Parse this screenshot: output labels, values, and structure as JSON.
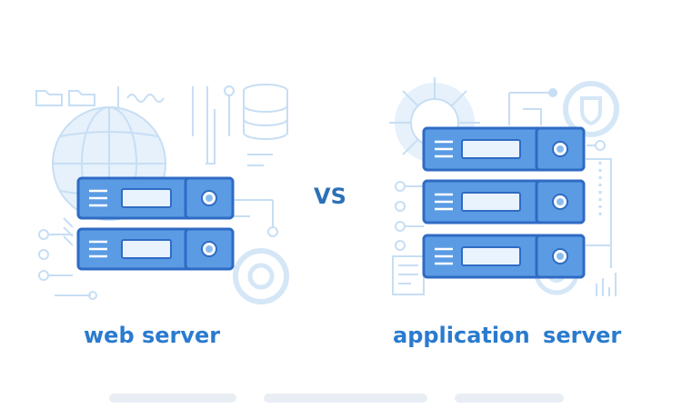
{
  "left_label": "web server",
  "vs_label": "VS",
  "right_label": "application  server",
  "colors": {
    "accent": "#2a7bcf",
    "server_fill": "#5b9be4",
    "server_stroke": "#2f6bc4",
    "light_line": "#c7def4",
    "pale_fill": "#e6f1fb",
    "white": "#ffffff"
  },
  "icons": {
    "left_decor": [
      "folder-icon",
      "globe-icon",
      "database-icon",
      "circuit-lines",
      "target-icon"
    ],
    "right_decor": [
      "sun-icon",
      "shield-icon",
      "circuit-lines",
      "chart-icon",
      "target-icon"
    ]
  }
}
